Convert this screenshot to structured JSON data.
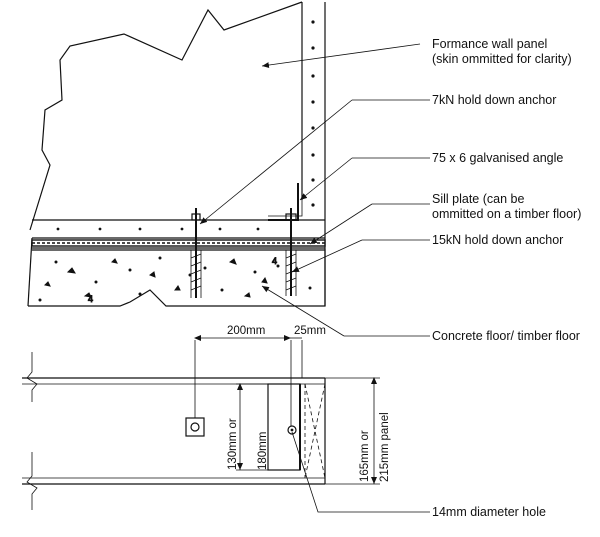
{
  "labels": {
    "wall_panel_line1": "Formance wall panel",
    "wall_panel_line2": "(skin ommitted for clarity)",
    "hold_down_7kn": "7kN hold down anchor",
    "angle": "75 x 6 galvanised angle",
    "sill_plate_line1": "Sill plate (can be",
    "sill_plate_line2": "ommitted on a timber floor)",
    "hold_down_15kn": "15kN hold down anchor",
    "floor": "Concrete floor/ timber floor",
    "hole": "14mm diameter hole"
  },
  "dimensions": {
    "d200": "200mm",
    "d25": "25mm",
    "d130": "130mm or",
    "d180": "180mm",
    "d165": "165mm or",
    "d215": "215mm panel"
  },
  "colors": {
    "line": "#111111",
    "background": "#ffffff"
  }
}
